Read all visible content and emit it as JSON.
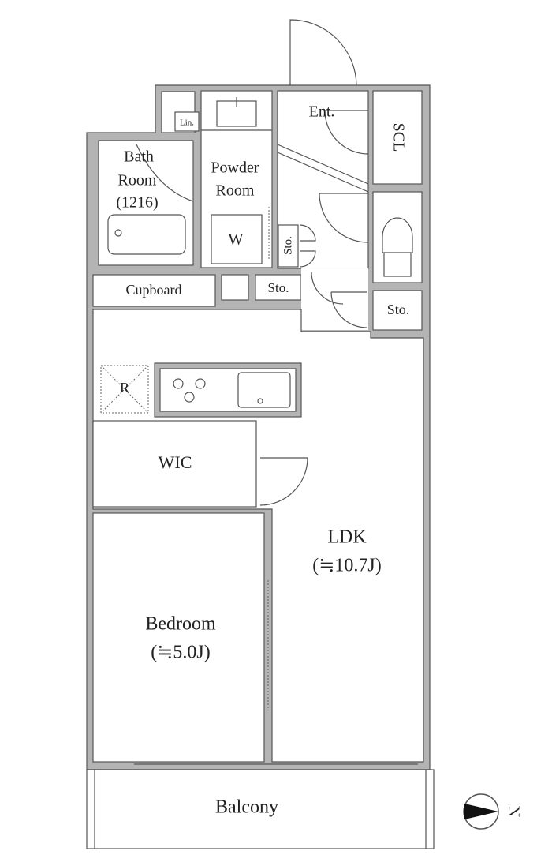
{
  "rooms": {
    "bath_line1": "Bath",
    "bath_line2": "Room",
    "bath_size": "(1216)",
    "linen": "Lin.",
    "powder_line1": "Powder",
    "powder_line2": "Room",
    "washer": "W",
    "entrance": "Ent.",
    "shoe_closet": "SCL",
    "storage_vertical": "Sto.",
    "cupboard": "Cupboard",
    "storage_middle": "Sto.",
    "storage_right": "Sto.",
    "refrigerator": "R",
    "wic": "WIC",
    "ldk": "LDK",
    "ldk_size": "(≒10.7J)",
    "bedroom": "Bedroom",
    "bedroom_size": "(≒5.0J)",
    "balcony": "Balcony"
  },
  "compass": {
    "label": "N"
  },
  "colors": {
    "wall": "#b4b4b4",
    "line": "#555555"
  }
}
